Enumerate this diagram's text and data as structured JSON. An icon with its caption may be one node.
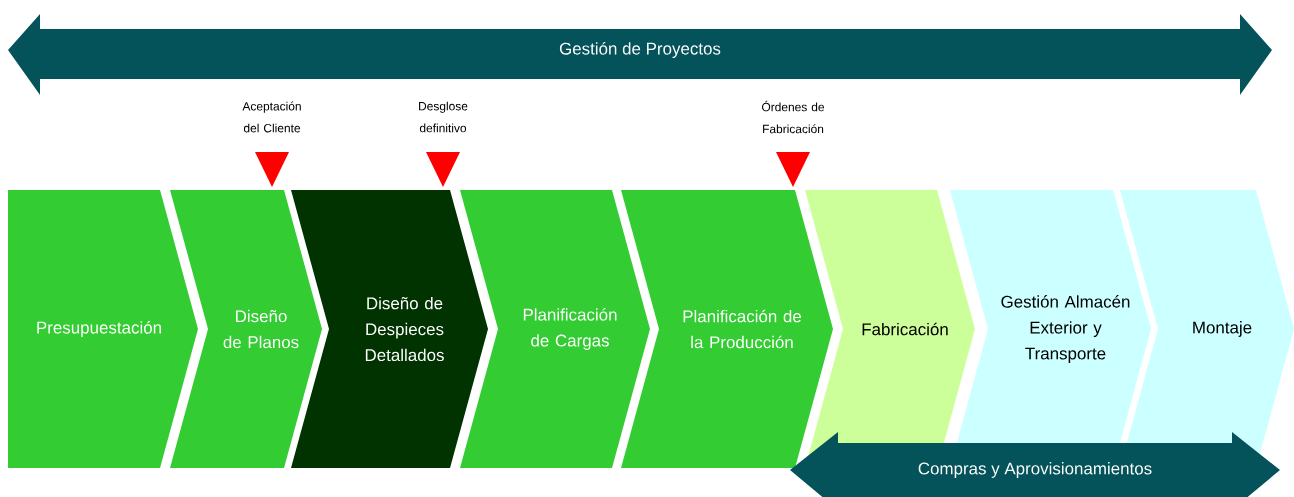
{
  "diagram": {
    "nodes": [
      {
        "text": [
          "Gestión de Proyectos"
        ]
      },
      {
        "text": [
          "Presupuestación"
        ]
      },
      {
        "text": [
          "Diseño de Planos"
        ]
      },
      {
        "text": [
          "Diseño de Despieces Detallados"
        ]
      },
      {
        "text": [
          "Planificación de Cargas"
        ]
      },
      {
        "text": [
          "Planificación de la Producción"
        ]
      },
      {
        "text": [
          "Fabricación"
        ]
      },
      {
        "text": [
          "Gestión Almacén Exterior y Transporte"
        ]
      },
      {
        "text": [
          "Montaje"
        ]
      },
      {
        "text": [
          "Compras y Aprovisionamientos"
        ]
      }
    ],
    "labels": [
      "Aceptación del Cliente",
      "Desglose definitivo",
      "Órdenes de Fabricación"
    ]
  }
}
